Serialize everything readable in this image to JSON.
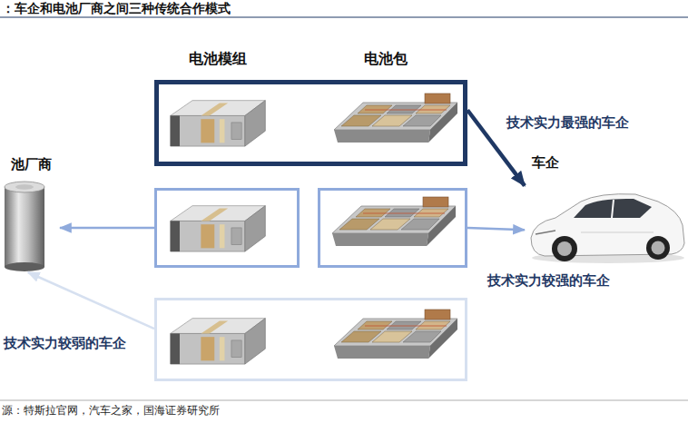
{
  "diagram": {
    "title": "：车企和电池厂商之间三种传统合作模式",
    "caption": "源：特斯拉官网，汽车之家，国海证券研究所",
    "nodes": [
      {
        "text": [
          "池厂商"
        ]
      },
      {
        "text": []
      },
      {
        "text": []
      },
      {
        "text": []
      },
      {
        "text": []
      },
      {
        "text": [
          "车企"
        ]
      }
    ],
    "edges": [
      {
        "from": 1,
        "to": 5,
        "arrow": "to",
        "label": "技术实力最强的车企"
      },
      {
        "from": 3,
        "to": 5,
        "arrow": "to",
        "label": "技术实力较强的车企"
      },
      {
        "from": 2,
        "to": 0,
        "arrow": "to"
      },
      {
        "from": 4,
        "to": 0,
        "arrow": "to",
        "label": "技术实力较弱的车企"
      }
    ],
    "labels": [
      "电池模组",
      "电池包"
    ]
  }
}
